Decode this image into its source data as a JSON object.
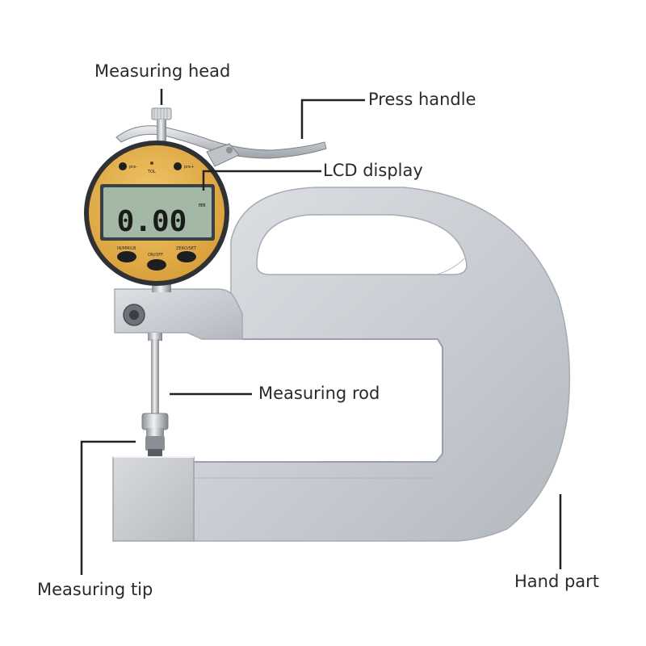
{
  "labels": {
    "measuring_head": "Measuring head",
    "press_handle": "Press handle",
    "lcd_display": "LCD display",
    "measuring_rod": "Measuring rod",
    "measuring_tip": "Measuring tip",
    "hand_part": "Hand part"
  },
  "dial": {
    "reading": "0.00",
    "unit": "mm",
    "buttons": {
      "top_left": "pre-",
      "top_right": "pre+",
      "top_center": "TOL",
      "bottom_left": "IN/MM/LB",
      "bottom_center": "ON/OFF",
      "bottom_right": "ZERO/SET"
    }
  },
  "colors": {
    "frame": "#c9cdd3",
    "frame_shade": "#aeb3ba",
    "dial_face": "#e4b24f",
    "lcd_bg": "#9fb6a1",
    "callout_line": "#222222"
  }
}
